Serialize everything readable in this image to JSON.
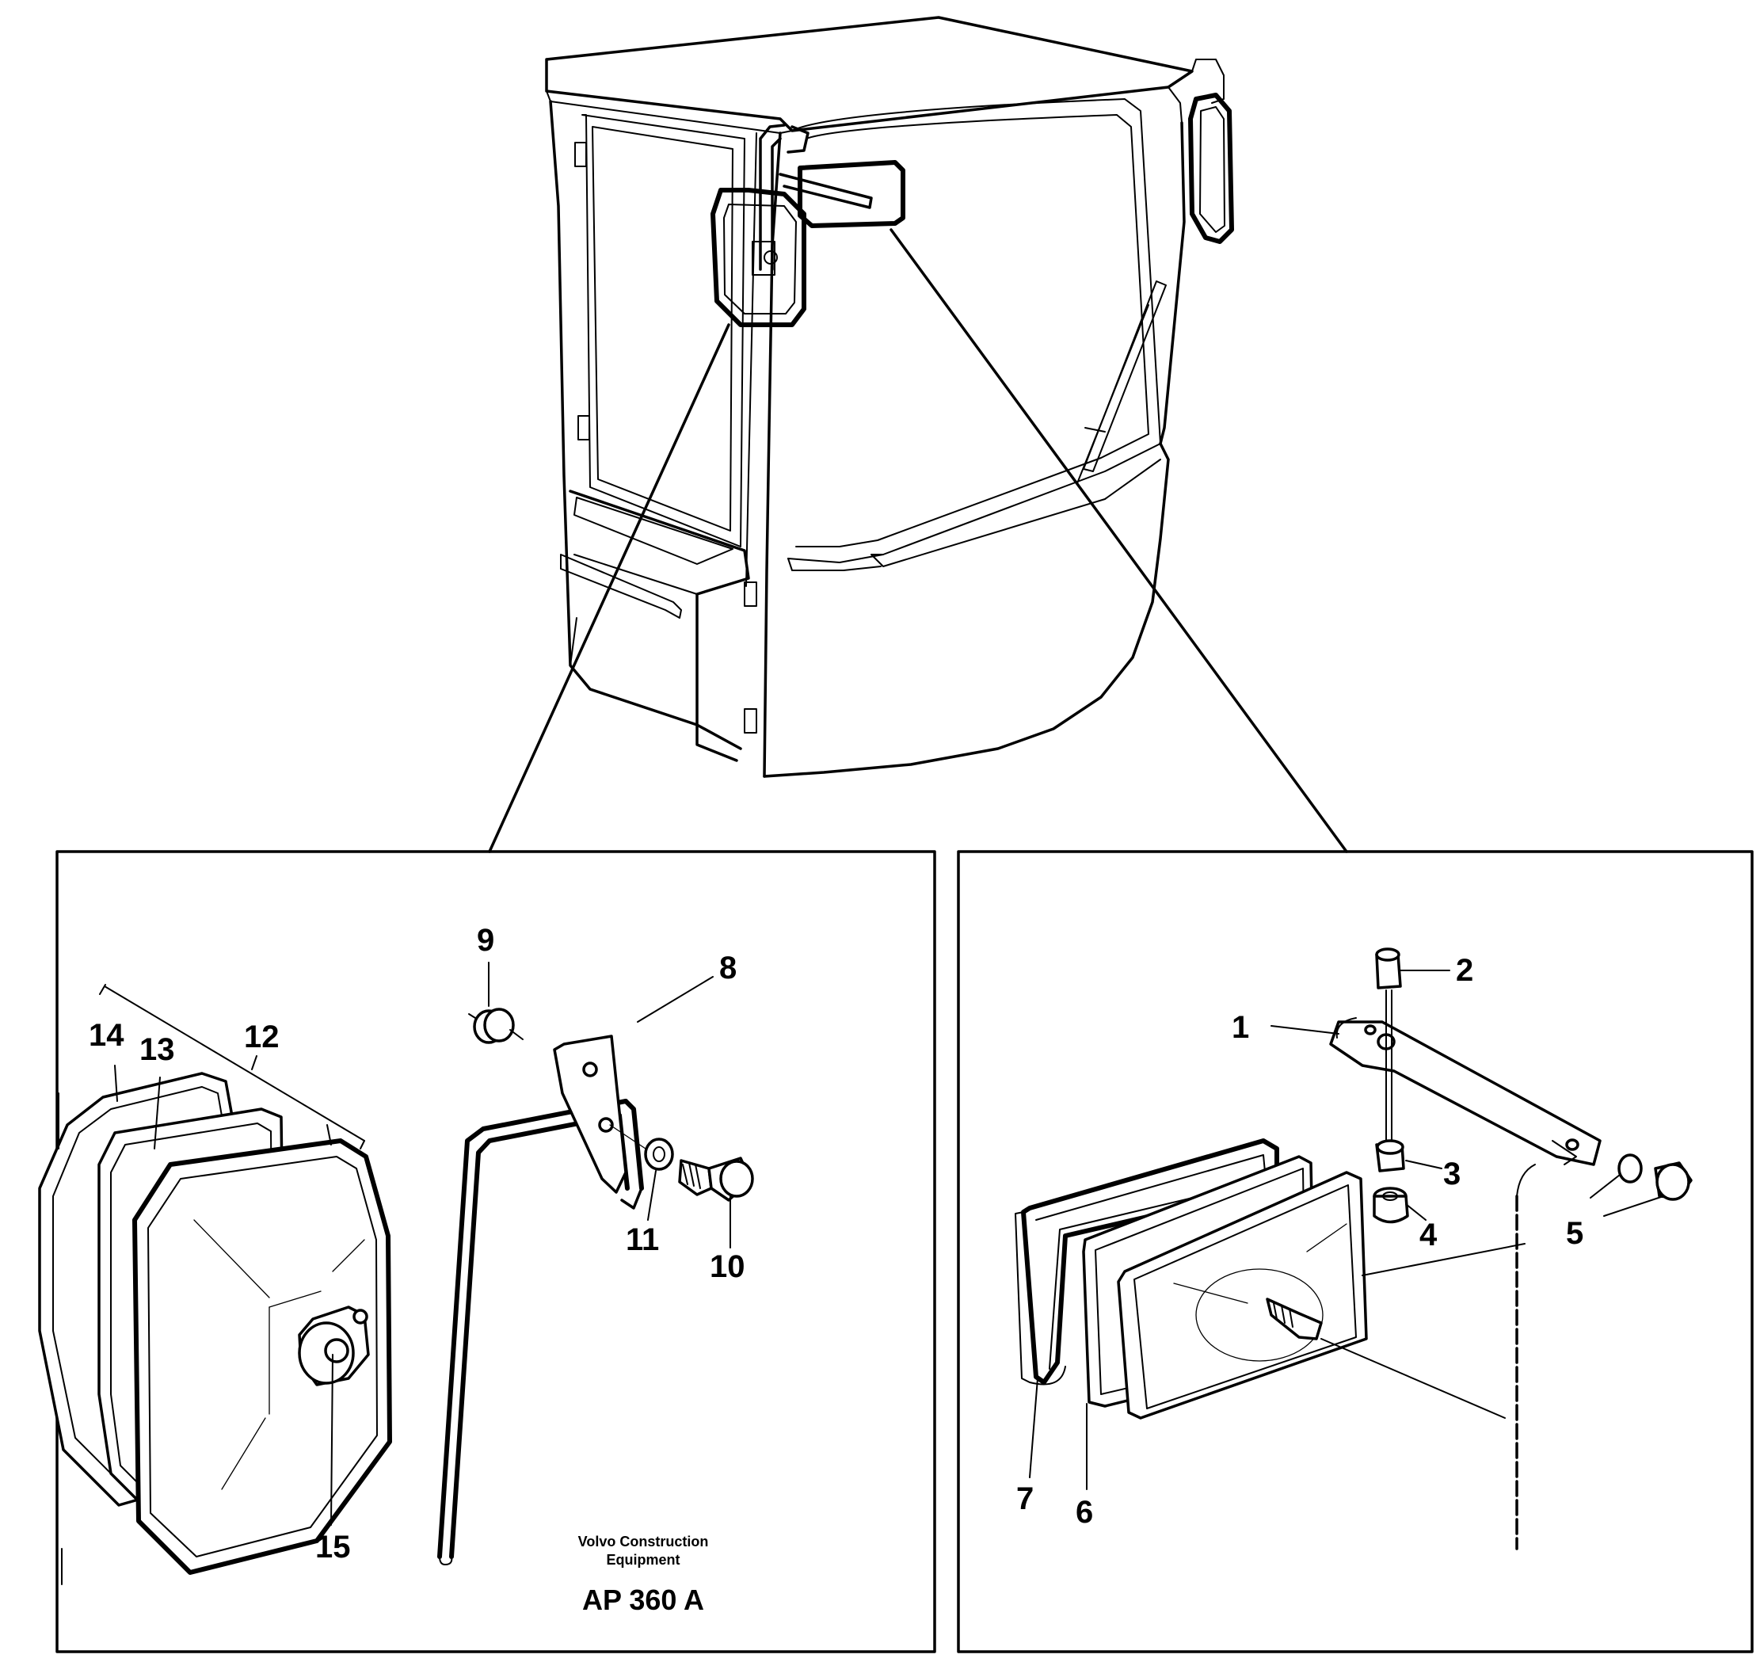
{
  "figure": {
    "caption_line1": "Volvo Construction",
    "caption_line2": "Equipment",
    "reference": "AP 360 A"
  },
  "left_panel_callouts": [
    "8",
    "9",
    "10",
    "11",
    "12",
    "13",
    "14",
    "15"
  ],
  "right_panel_callouts": [
    "1",
    "2",
    "3",
    "4",
    "5",
    "6",
    "7"
  ]
}
